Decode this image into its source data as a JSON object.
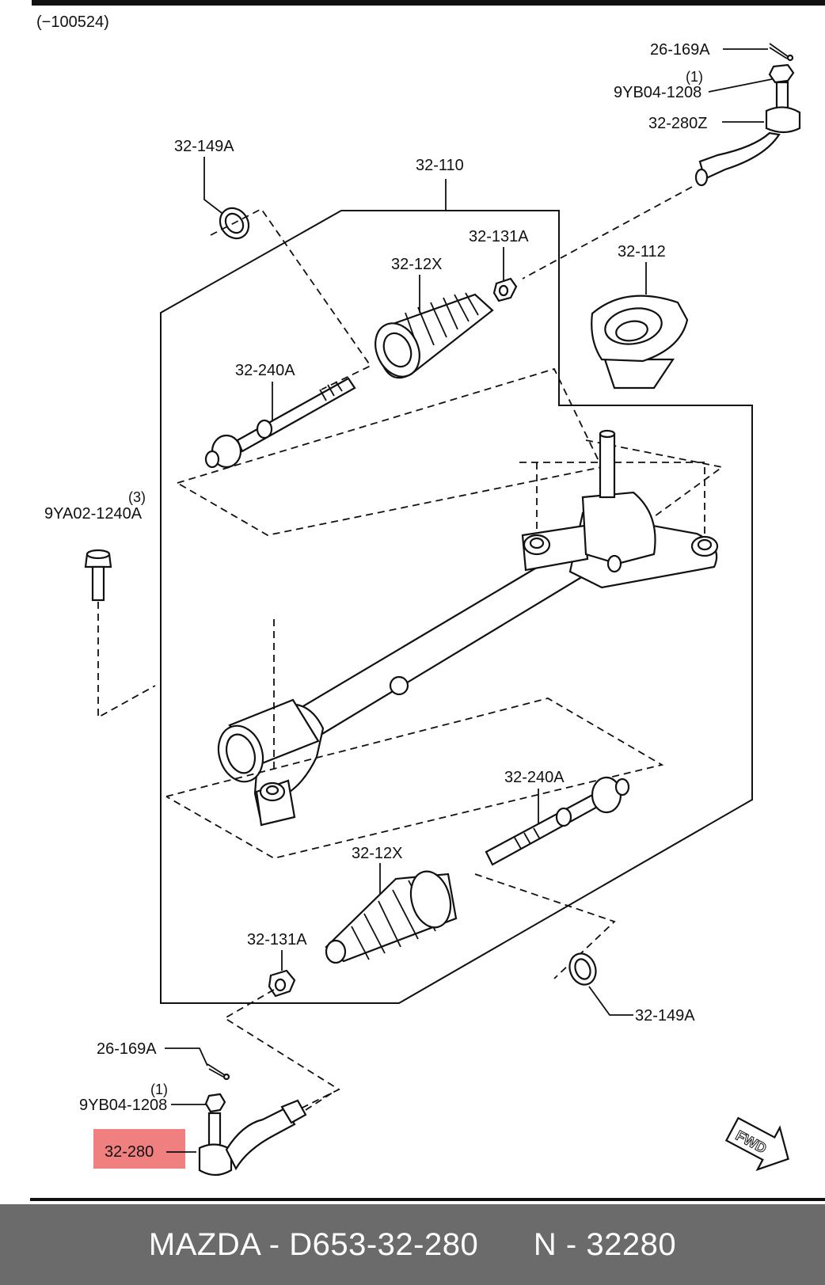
{
  "diagram": {
    "date_code": "(−100524)",
    "labels": {
      "cotter_pin_top": "26-169A",
      "nut_qty_top": "(1)",
      "nut_top": "9YB04-1208",
      "tie_rod_end_left_top": "32-280Z",
      "washer_top": "32-149A",
      "gear_assembly": "32-110",
      "clamp_top": "32-131A",
      "boot_top": "32-12X",
      "mount_rubber": "32-112",
      "tie_rod_top": "32-240A",
      "bolt_qty": "(3)",
      "bolt": "9YA02-1240A",
      "tie_rod_bottom": "32-240A",
      "boot_bottom": "32-12X",
      "clamp_bottom": "32-131A",
      "washer_bottom": "32-149A",
      "cotter_pin_bottom": "26-169A",
      "nut_qty_bottom": "(1)",
      "nut_bottom": "9YB04-1208",
      "tie_rod_end_highlight": "32-280",
      "fwd": "FWD"
    },
    "highlight_color": "#f08080"
  },
  "footer": {
    "part_number": "MAZDA - D653-32-280",
    "alt_number": "N - 32280"
  }
}
